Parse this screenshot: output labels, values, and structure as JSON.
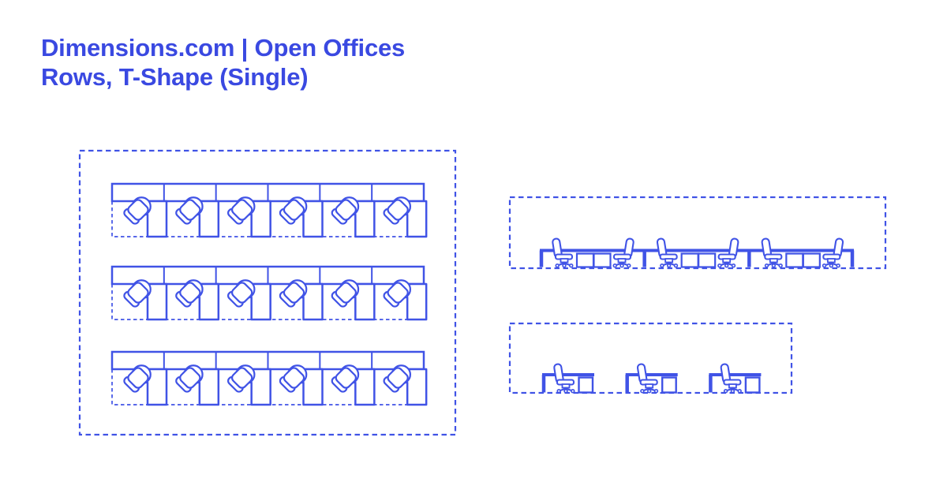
{
  "header": {
    "title_line1": "Dimensions.com | Open Offices",
    "title_line2": "Rows, T-Shape (Single)",
    "brand": "Dimensions.com",
    "subject": "Open Offices Rows, T-Shape (Single)"
  },
  "colors": {
    "background": "#FFFFFF",
    "title_text": "#3A49E1",
    "drawing_line": "#4053E6"
  },
  "diagram": {
    "views": [
      {
        "id": "plan-view",
        "name": "Plan view - rows of T-shape single workstations",
        "rows": 3,
        "desks_per_row": 6,
        "chairs_per_row": 6
      },
      {
        "id": "row-elevation",
        "name": "Side elevation - desk row with paired chairs",
        "desk_groups": 3,
        "chairs": 6,
        "pedestals_per_group": 2
      },
      {
        "id": "single-desk-elevation",
        "name": "Side elevation - single T-shape desk",
        "desks": 3,
        "chairs": 3,
        "pedestals_per_desk": 1
      }
    ]
  }
}
